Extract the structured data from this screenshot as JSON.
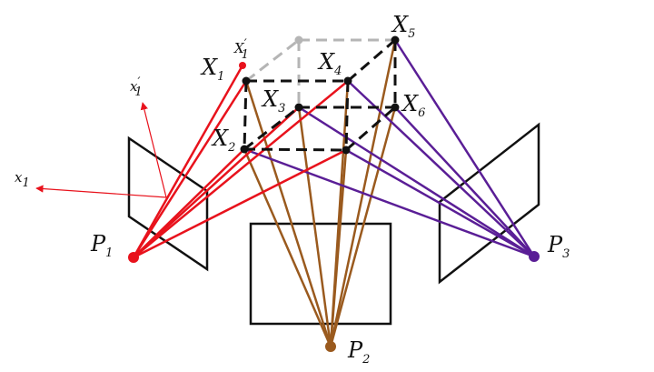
{
  "labels": {
    "X1": {
      "main": "X",
      "sub": "1"
    },
    "X1p": {
      "main": "X",
      "prime": "′",
      "sub": "1"
    },
    "X2": {
      "main": "X",
      "sub": "2"
    },
    "X3": {
      "main": "X",
      "sub": "3"
    },
    "X4": {
      "main": "X",
      "sub": "4"
    },
    "X5": {
      "main": "X",
      "sub": "5"
    },
    "X6": {
      "main": "X",
      "sub": "6"
    },
    "x1": {
      "main": "x",
      "sub": "1"
    },
    "x1p": {
      "main": "x",
      "prime": "′",
      "sub": "1"
    },
    "P1": {
      "main": "P",
      "sub": "1"
    },
    "P2": {
      "main": "P",
      "sub": "2"
    },
    "P3": {
      "main": "P",
      "sub": "3"
    }
  },
  "colors": {
    "camera1_rays": "#e8121c",
    "camera2_rays": "#9a5a1e",
    "camera3_rays": "#5a1e96",
    "cube_solid": "#111111",
    "cube_hidden": "#b5b5b5",
    "image_planes": "#111111",
    "background": "#ffffff"
  }
}
